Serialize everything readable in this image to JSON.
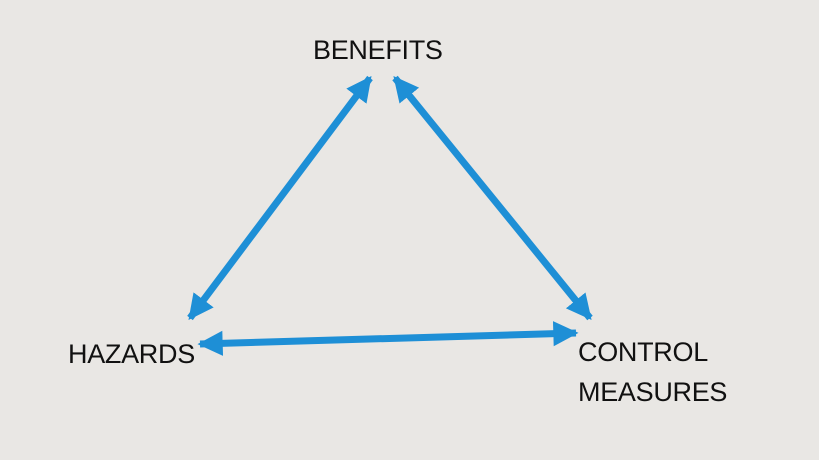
{
  "diagram": {
    "colors": {
      "background": "#e9e7e4",
      "arrow": "#1e8fd6",
      "text": "#111111"
    },
    "nodes": {
      "benefits": {
        "text": "BENEFITS"
      },
      "hazards": {
        "text": "HAZARDS"
      },
      "control_measures": {
        "line1": "CONTROL",
        "line2": "MEASURES"
      }
    },
    "edges": [
      {
        "from": "benefits",
        "to": "hazards",
        "style": "double-headed-arrow"
      },
      {
        "from": "benefits",
        "to": "control_measures",
        "style": "double-headed-arrow"
      },
      {
        "from": "hazards",
        "to": "control_measures",
        "style": "double-headed-arrow"
      }
    ]
  }
}
